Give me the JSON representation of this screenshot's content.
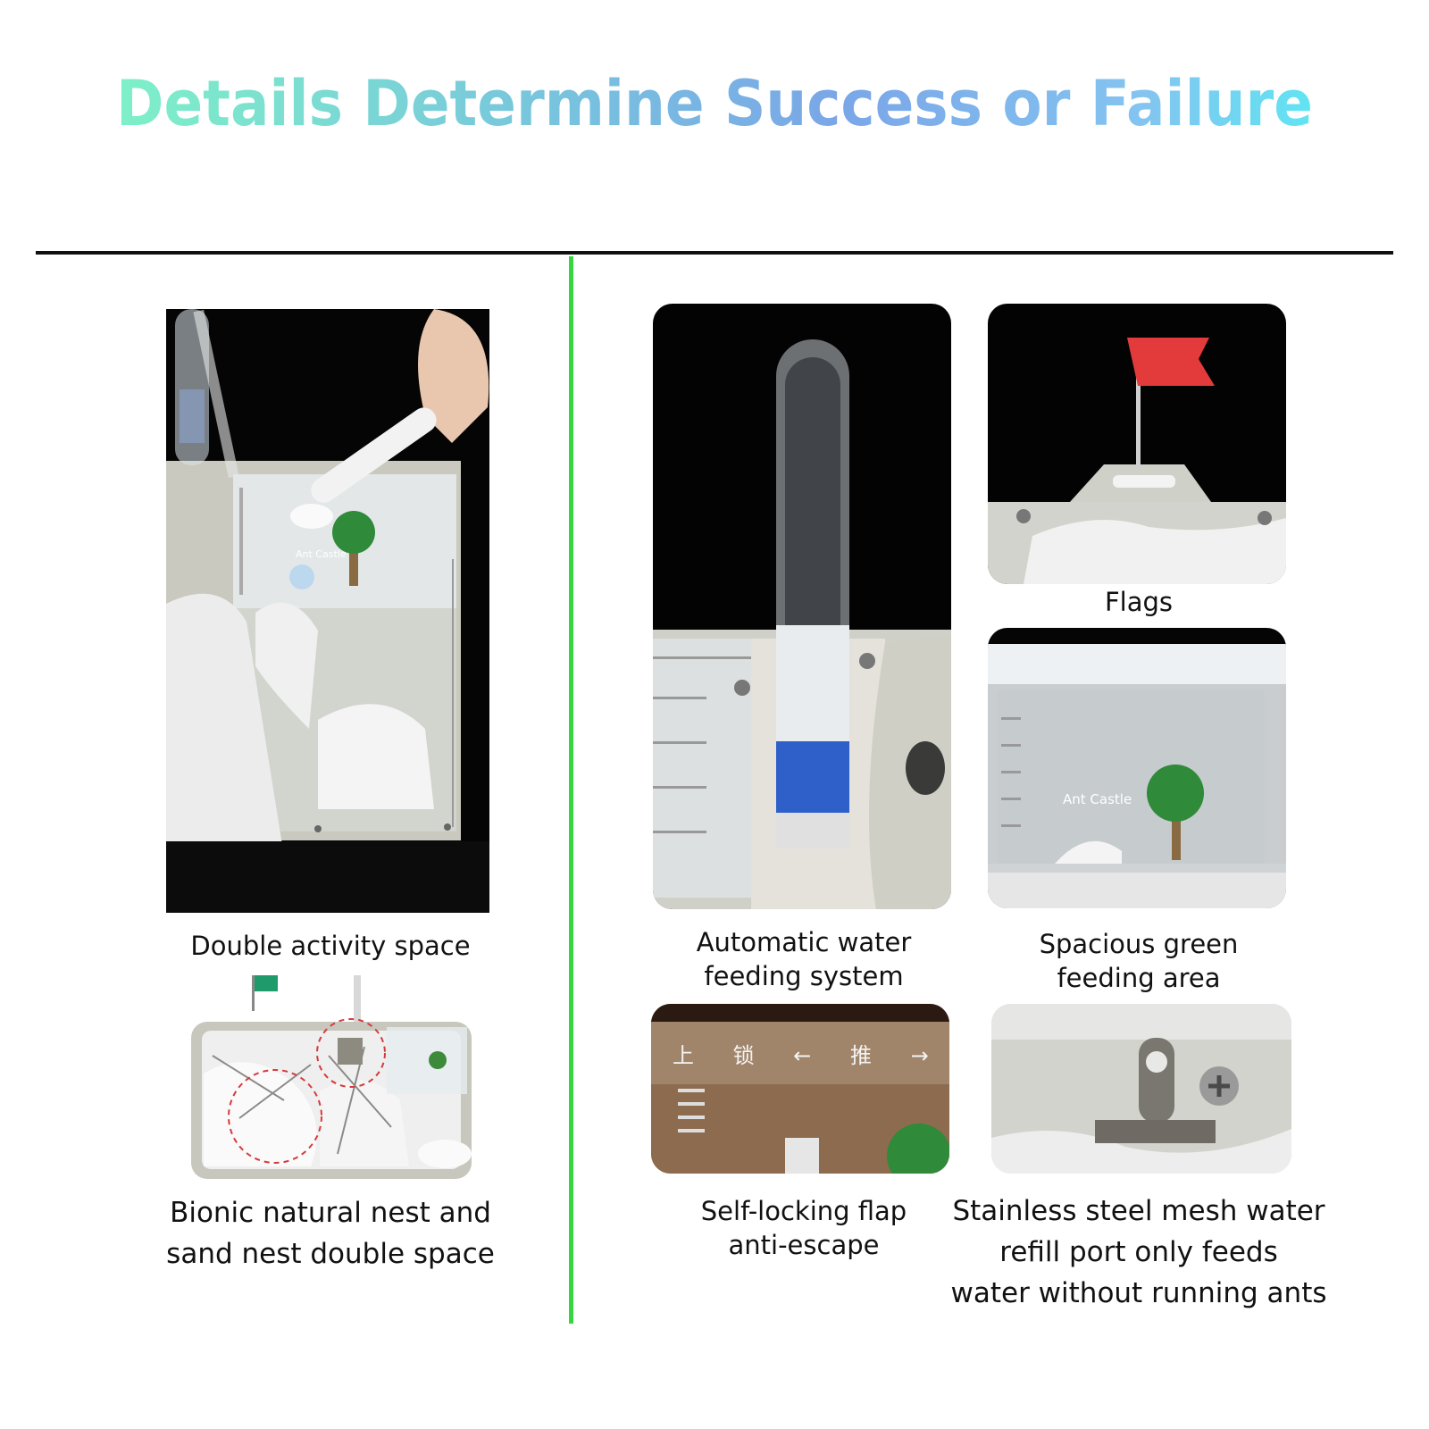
{
  "title": {
    "text": "Details Determine Success or Failure",
    "gradient": [
      "#7ef0c8",
      "#7aa6e8",
      "#8cc0f0",
      "#5ee6f2"
    ]
  },
  "divider_color": "#111111",
  "accent_line_color": "#35d640",
  "features": [
    {
      "caption_lines": [
        "Double activity space"
      ]
    },
    {
      "caption_lines": [
        "Bionic natural nest and",
        "sand nest double space"
      ]
    },
    {
      "caption_lines": [
        "Automatic water",
        "feeding system"
      ]
    },
    {
      "caption_lines": [
        "Flags"
      ]
    },
    {
      "caption_lines": [
        "Spacious green",
        "feeding area"
      ]
    },
    {
      "caption_lines": [
        "Self-locking flap",
        "anti-escape"
      ]
    },
    {
      "caption_lines": [
        "Stainless steel mesh water",
        "refill port only feeds",
        "water without running ants"
      ]
    }
  ],
  "product_labels": {
    "brand": "Ant Castle",
    "lid_markings": "上 锁 ← 推 →"
  }
}
